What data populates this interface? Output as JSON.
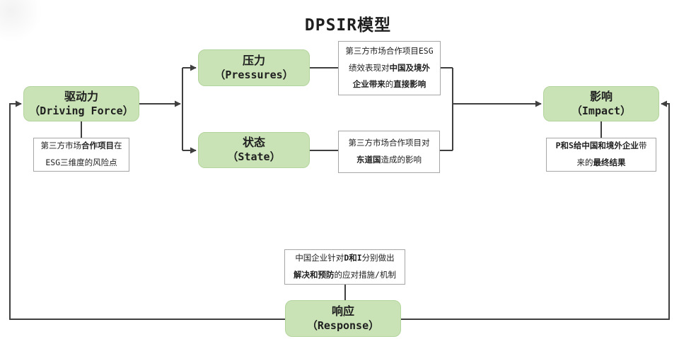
{
  "title": "DPSIR模型",
  "colors": {
    "box_green": "#c9e3b6",
    "box_green_border": "#b3d49c",
    "line": "#3f3f3f",
    "note_border": "#a6a6a6",
    "text": "#1f1f1f"
  },
  "nodes": {
    "driving_force": {
      "zh": "驱动力",
      "en": "（Driving Force）"
    },
    "pressures": {
      "zh": "压力",
      "en": "（Pressures）"
    },
    "state": {
      "zh": "状态",
      "en": "（State）"
    },
    "impact": {
      "zh": "影响",
      "en": "（Impact）"
    },
    "response": {
      "zh": "响应",
      "en": "（Response）"
    }
  },
  "notes": {
    "driving_force": {
      "lines": [
        [
          {
            "t": "第三方市场"
          },
          {
            "t": "合作项目",
            "b": true
          },
          {
            "t": "在"
          }
        ],
        [
          {
            "t": "ESG三维度的风险点"
          }
        ]
      ]
    },
    "pressures": {
      "lines": [
        [
          {
            "t": "第三方市场合作项目ESG"
          }
        ],
        [
          {
            "t": "绩效表现对"
          },
          {
            "t": "中国及境外",
            "b": true
          }
        ],
        [
          {
            "t": "企业带来",
            "b": true
          },
          {
            "t": "的"
          },
          {
            "t": "直接影响",
            "b": true
          }
        ]
      ]
    },
    "state": {
      "lines": [
        [
          {
            "t": "第三方市场合作项目对"
          }
        ],
        [
          {
            "t": "东道国",
            "b": true
          },
          {
            "t": "造成的影响"
          }
        ]
      ]
    },
    "impact": {
      "lines": [
        [
          {
            "t": "P和S给中国和境外企业",
            "b": true
          },
          {
            "t": "带"
          }
        ],
        [
          {
            "t": "来的"
          },
          {
            "t": "最终结果",
            "b": true
          }
        ]
      ]
    },
    "response": {
      "lines": [
        [
          {
            "t": "中国企业针对"
          },
          {
            "t": "D和I",
            "b": true
          },
          {
            "t": "分别做出"
          }
        ],
        [
          {
            "t": "解决和预防",
            "b": true
          },
          {
            "t": "的应对措施/机制"
          }
        ]
      ]
    }
  }
}
